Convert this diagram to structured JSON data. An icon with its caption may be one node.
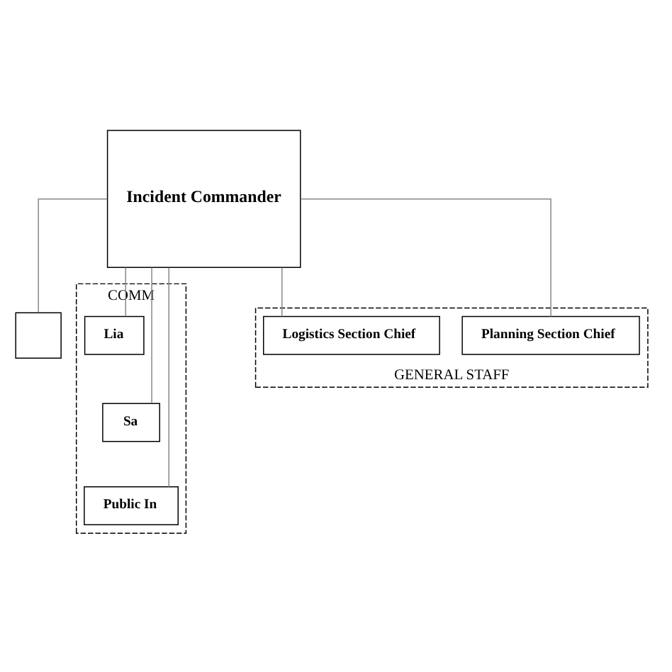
{
  "diagram": {
    "nodes": [
      {
        "text": [],
        "shape": "box"
      },
      {
        "text": [
          "Incident Commander"
        ]
      },
      {
        "text": [
          "COMM"
        ]
      },
      {
        "text": [
          "Lia"
        ],
        "in": 2
      },
      {
        "text": [
          "Sa"
        ],
        "in": 2
      },
      {
        "text": [
          "Public In"
        ],
        "in": 2
      },
      {
        "text": [
          "GENERAL STAFF"
        ]
      },
      {
        "text": [
          "Planning Section Chief"
        ],
        "in": 6
      },
      {
        "text": [
          "Logistics Section Chief"
        ],
        "in": 6
      }
    ],
    "edges": [
      {
        "from": 1,
        "to": 0,
        "arrow": "none"
      },
      {
        "from": 1,
        "to": 3,
        "arrow": "none"
      },
      {
        "from": 1,
        "to": 4,
        "arrow": "none"
      },
      {
        "from": 1,
        "to": 5,
        "arrow": "none"
      },
      {
        "from": 1,
        "to": 7,
        "arrow": "none"
      },
      {
        "from": 1,
        "to": 8,
        "arrow": "none"
      }
    ]
  }
}
